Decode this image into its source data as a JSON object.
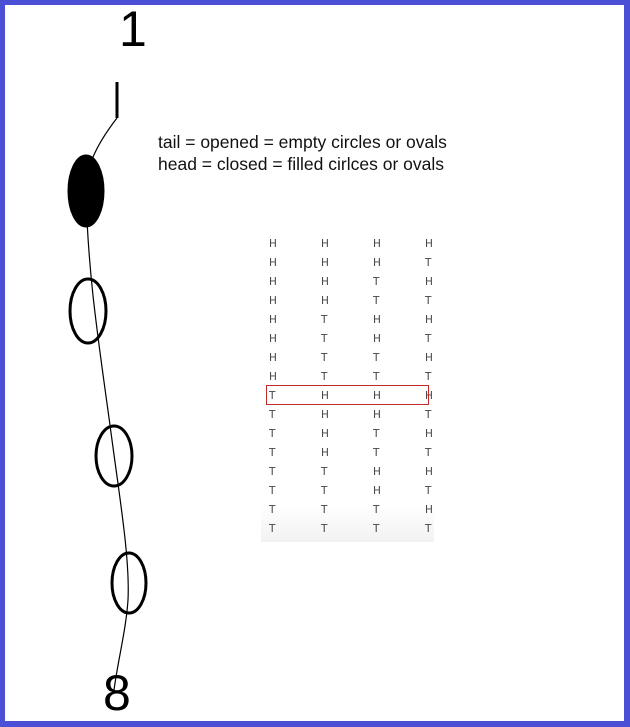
{
  "labels": {
    "top_number": "1",
    "bottom_number": "8"
  },
  "legend": {
    "line1": "tail = opened = empty circles or ovals",
    "line2": "head = closed = filled cirlces or ovals"
  },
  "outcomes": [
    [
      "H",
      "H",
      "H",
      "H"
    ],
    [
      "H",
      "H",
      "H",
      "T"
    ],
    [
      "H",
      "H",
      "T",
      "H"
    ],
    [
      "H",
      "H",
      "T",
      "T"
    ],
    [
      "H",
      "T",
      "H",
      "H"
    ],
    [
      "H",
      "T",
      "H",
      "T"
    ],
    [
      "H",
      "T",
      "T",
      "H"
    ],
    [
      "H",
      "T",
      "T",
      "T"
    ],
    [
      "T",
      "H",
      "H",
      "H"
    ],
    [
      "T",
      "H",
      "H",
      "T"
    ],
    [
      "T",
      "H",
      "T",
      "H"
    ],
    [
      "T",
      "H",
      "T",
      "T"
    ],
    [
      "T",
      "T",
      "H",
      "H"
    ],
    [
      "T",
      "T",
      "H",
      "T"
    ],
    [
      "T",
      "T",
      "T",
      "H"
    ],
    [
      "T",
      "T",
      "T",
      "T"
    ]
  ],
  "highlighted_row": 8,
  "ovals": [
    "filled",
    "empty",
    "empty",
    "empty"
  ],
  "colors": {
    "frame": "#4a4fd6",
    "highlight": "#c22a2a",
    "ink": "#000000"
  }
}
